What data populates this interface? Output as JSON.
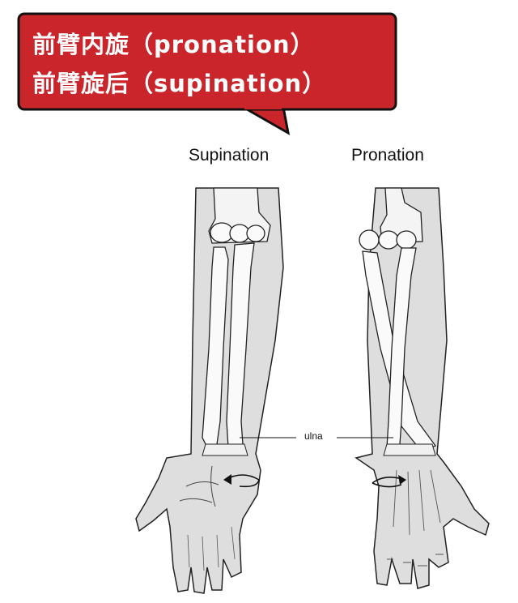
{
  "bubble": {
    "line1": "前臂内旋（pronation）",
    "line2": "前臂旋后（supination）",
    "color": "#c9252b"
  },
  "figures": {
    "left_label": "Supination",
    "right_label": "Pronation",
    "bone_label": "ulna"
  },
  "icons": {
    "left_rotation": "rotation-arrow-icon",
    "right_rotation": "rotation-arrow-icon"
  }
}
